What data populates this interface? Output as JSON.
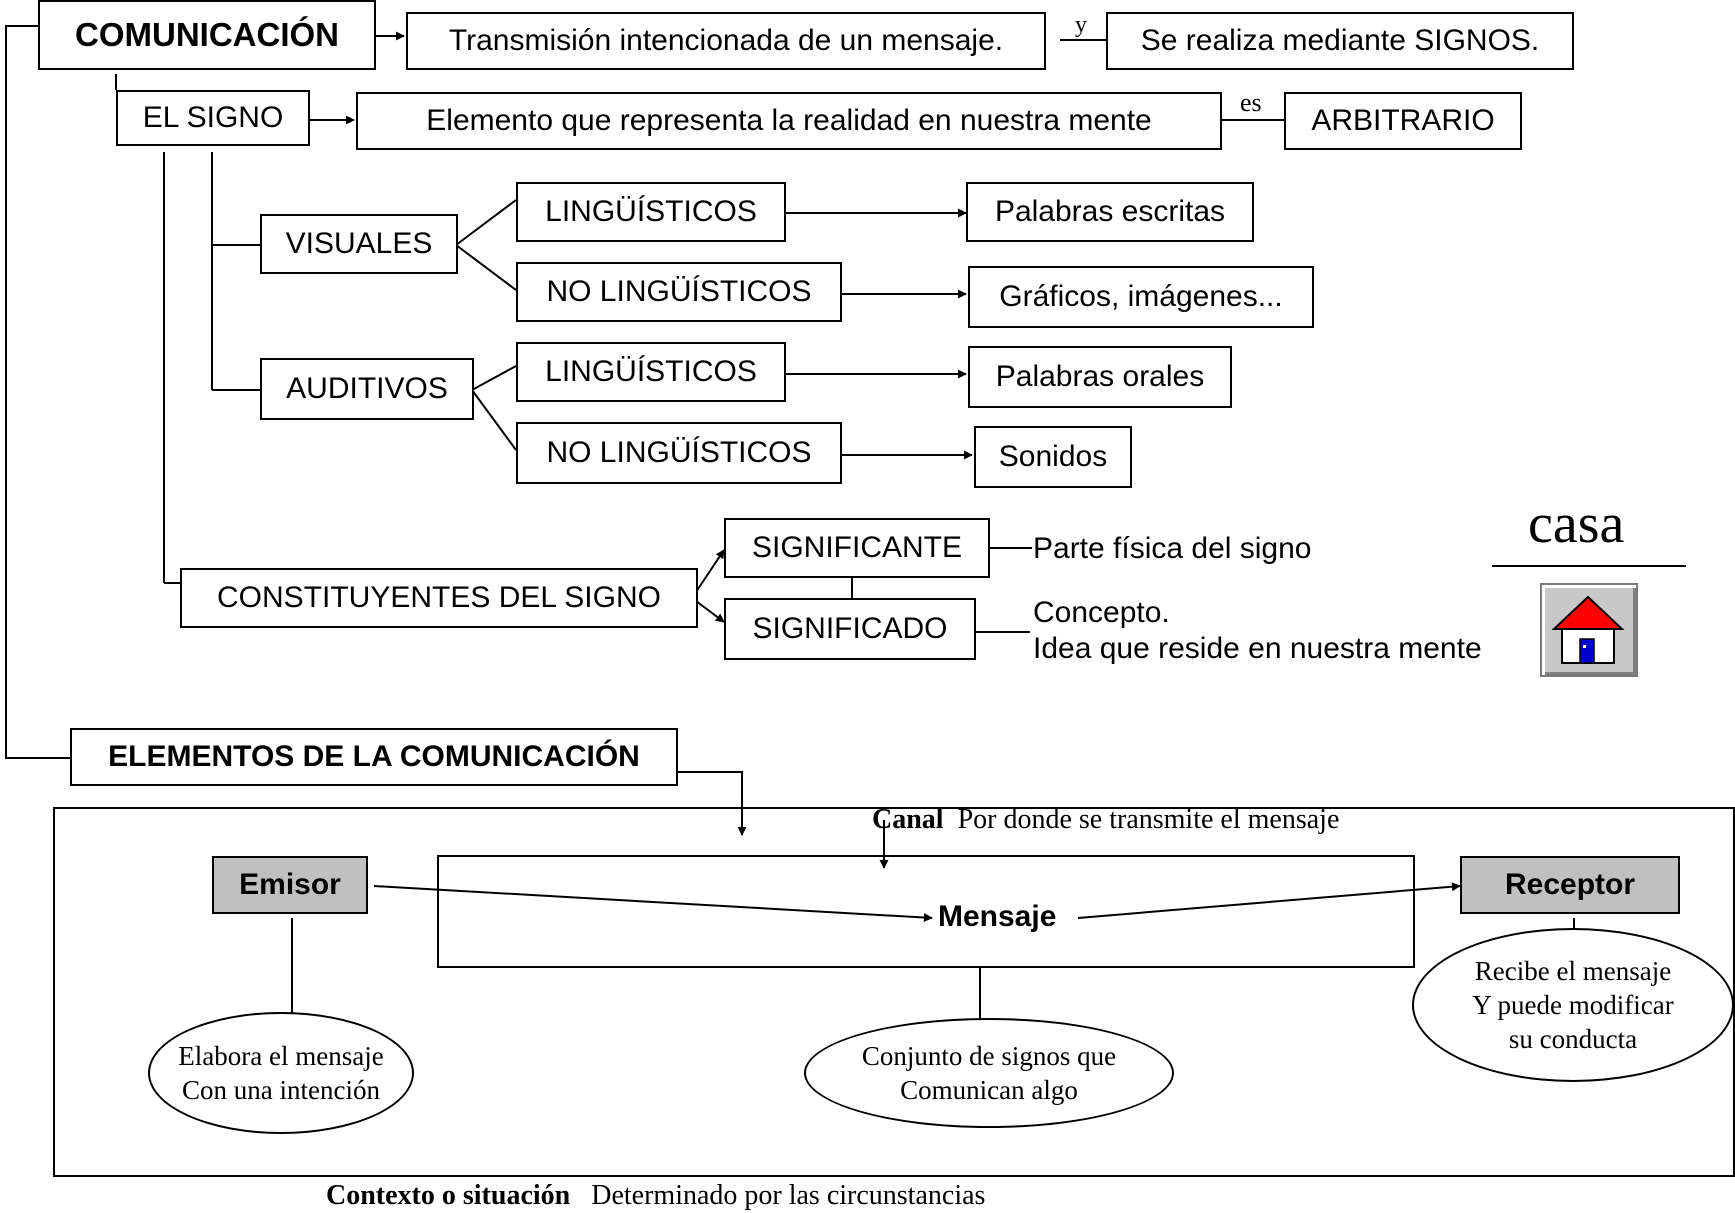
{
  "comunicacion": {
    "title": "COMUNICACIÓN",
    "definition": "Transmisión intencionada de un mensaje.",
    "connector": "y",
    "means": "Se realiza mediante SIGNOS."
  },
  "signo": {
    "title": "EL SIGNO",
    "definition": "Elemento que representa la realidad en nuestra mente",
    "connector": "es",
    "property": "ARBITRARIO",
    "visuales": {
      "label": "VISUALES",
      "linguisticos": "LINGÜÍSTICOS",
      "linguisticos_example": "Palabras escritas",
      "no_linguisticos": "NO LINGÜÍSTICOS",
      "no_linguisticos_example": "Gráficos, imágenes..."
    },
    "auditivos": {
      "label": "AUDITIVOS",
      "linguisticos": "LINGÜÍSTICOS",
      "linguisticos_example": "Palabras orales",
      "no_linguisticos": "NO LINGÜÍSTICOS",
      "no_linguisticos_example": "Sonidos"
    },
    "constituyentes": {
      "label": "CONSTITUYENTES DEL SIGNO",
      "significante": "SIGNIFICANTE",
      "significante_desc": "Parte física del signo",
      "significado": "SIGNIFICADO",
      "significado_desc_1": "Concepto.",
      "significado_desc_2": "Idea que reside en nuestra mente"
    },
    "example_word": "casa",
    "example_icon": "house-icon"
  },
  "elementos": {
    "title": "ELEMENTOS DE LA COMUNICACIÓN",
    "canal_label": "Canal",
    "canal_desc": "Por donde se transmite el mensaje",
    "emisor": "Emisor",
    "emisor_desc_1": "Elabora el mensaje",
    "emisor_desc_2": "Con una intención",
    "mensaje": "Mensaje",
    "mensaje_desc_1": "Conjunto de signos que",
    "mensaje_desc_2": "Comunican algo",
    "receptor": "Receptor",
    "receptor_desc_1": "Recibe el mensaje",
    "receptor_desc_2": "Y puede modificar",
    "receptor_desc_3": "su conducta",
    "contexto_label": "Contexto o situación",
    "contexto_desc": "Determinado por las circunstancias"
  },
  "colors": {
    "box_fill_grey": "#c0c0c0",
    "house_roof": "#ff0000",
    "house_door": "#0000cc"
  }
}
